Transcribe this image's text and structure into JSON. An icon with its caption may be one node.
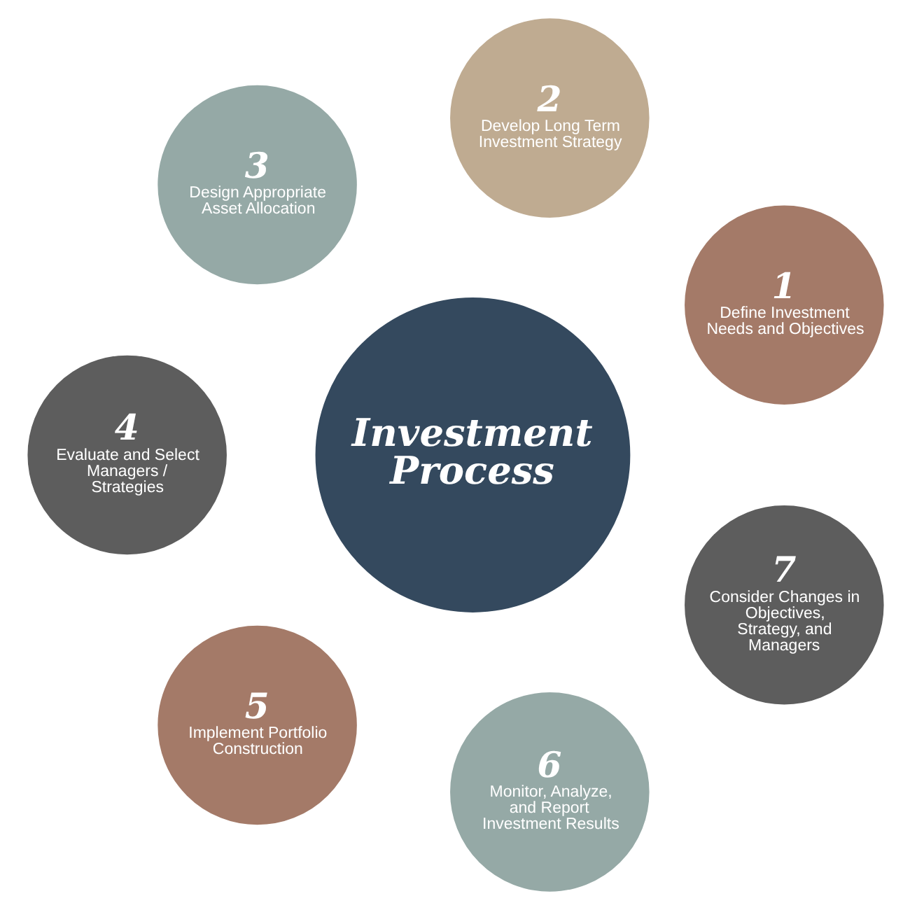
{
  "diagram": {
    "nodes": [
      {
        "text": [
          "Investment Process"
        ]
      },
      {
        "text": [
          "1",
          "Define Investment Needs and Objectives"
        ]
      },
      {
        "text": [
          "2",
          "Develop Long Term Investment Strategy"
        ]
      },
      {
        "text": [
          "3",
          "Design Appropriate Asset Allocation"
        ]
      },
      {
        "text": [
          "4",
          "Evaluate and Select Managers / Strategies"
        ]
      },
      {
        "text": [
          "5",
          "Implement Portfolio Construction"
        ]
      },
      {
        "text": [
          "6",
          "Monitor, Analyze, and Report Investment Results"
        ]
      },
      {
        "text": [
          "7",
          "Consider Changes in Objectives, Strategy, and Managers"
        ]
      }
    ],
    "edges": []
  }
}
